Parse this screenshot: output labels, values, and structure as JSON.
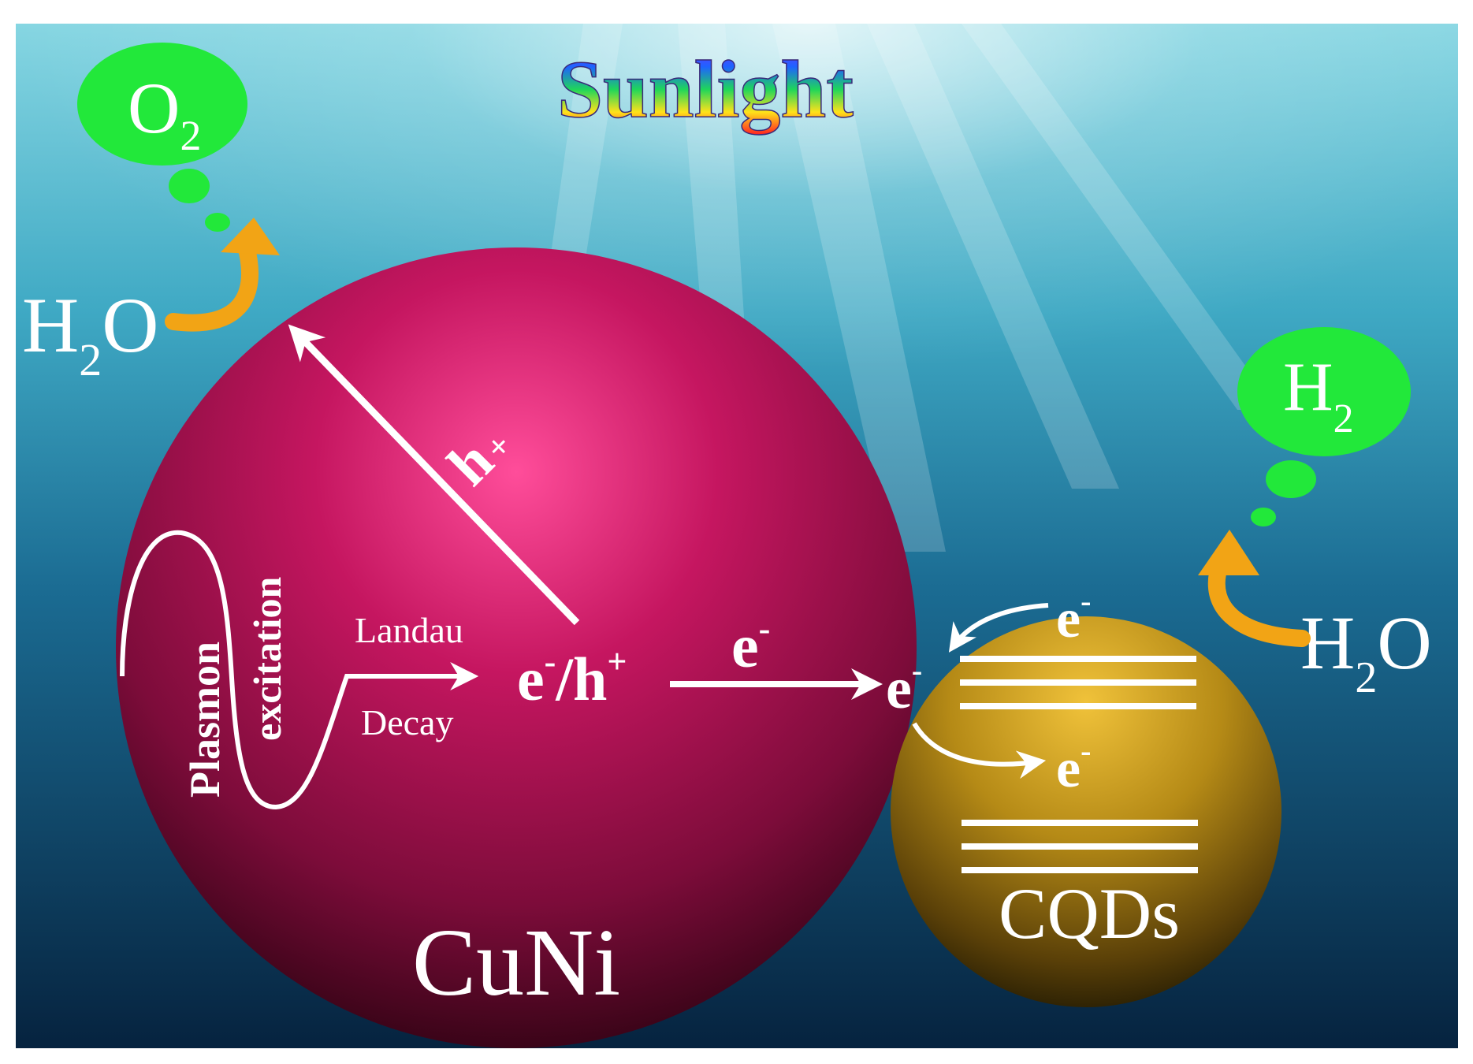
{
  "title": "Sunlight",
  "colors": {
    "water_top": "#7fd3e0",
    "water_bottom": "#06233f",
    "cuni_sphere": "#b0124f",
    "cqds_sphere": "#a07a10",
    "gas_bubble": "#22e83a",
    "curved_arrow": "#f2a415",
    "label": "#ffffff"
  },
  "oxidation": {
    "product": "O",
    "product_sub": "2",
    "reactant": "H",
    "reactant_sub": "2",
    "reactant_tail": "O"
  },
  "reduction": {
    "product": "H",
    "product_sub": "2",
    "reactant": "H",
    "reactant_sub": "2",
    "reactant_tail": "O"
  },
  "cuni": {
    "name": "CuNi",
    "plasmon": "Plasmon",
    "excitation": "excitation",
    "landau": "Landau",
    "decay": "Decay",
    "hole": "h",
    "hole_sign": "+",
    "pair_e": "e",
    "pair_minus": "-",
    "pair_sep": "/h",
    "pair_plus": "+",
    "transfer_e": "e",
    "transfer_minus": "-"
  },
  "cqds": {
    "name": "CQDs",
    "electron": "e",
    "electron_minus": "-",
    "upper_e": "e",
    "upper_minus": "-",
    "lower_e": "e",
    "lower_minus": "-"
  },
  "icons": {
    "left_curve": "curved-arrow-icon",
    "right_curve": "curved-arrow-icon"
  }
}
